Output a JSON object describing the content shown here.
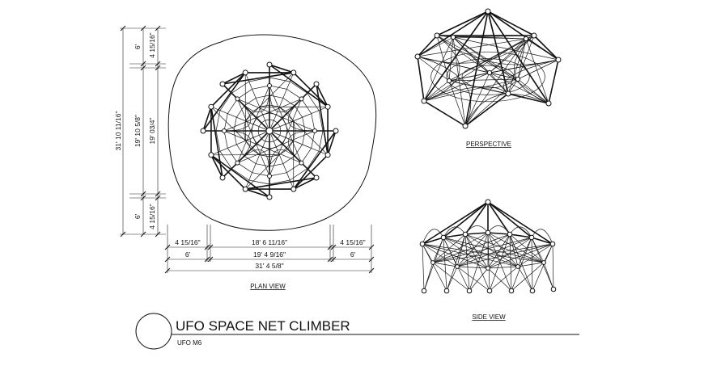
{
  "drawing": {
    "title": "UFO SPACE NET CLIMBER",
    "model": "UFO M6"
  },
  "views": {
    "plan": "PLAN VIEW",
    "perspective": "PERSPECTIVE",
    "side": "SIDE VIEW"
  },
  "dimensions": {
    "horizontal": {
      "left_small": "4 15/16\"",
      "left_six": "6'",
      "center_inner": "18' 6 11/16\"",
      "center_outer": "19' 4 9/16\"",
      "right_small": "4 15/16\"",
      "right_six": "6'",
      "overall": "31' 4 5/8\""
    },
    "vertical": {
      "overall": "31' 10 11/16\"",
      "top_six": "6'",
      "top_small": "4 15/16\"",
      "center_outer": "19' 10 5/8\"",
      "center_inner": "19' 03/4\"",
      "bottom_six": "6'",
      "bottom_small": "4 15/16\""
    }
  }
}
